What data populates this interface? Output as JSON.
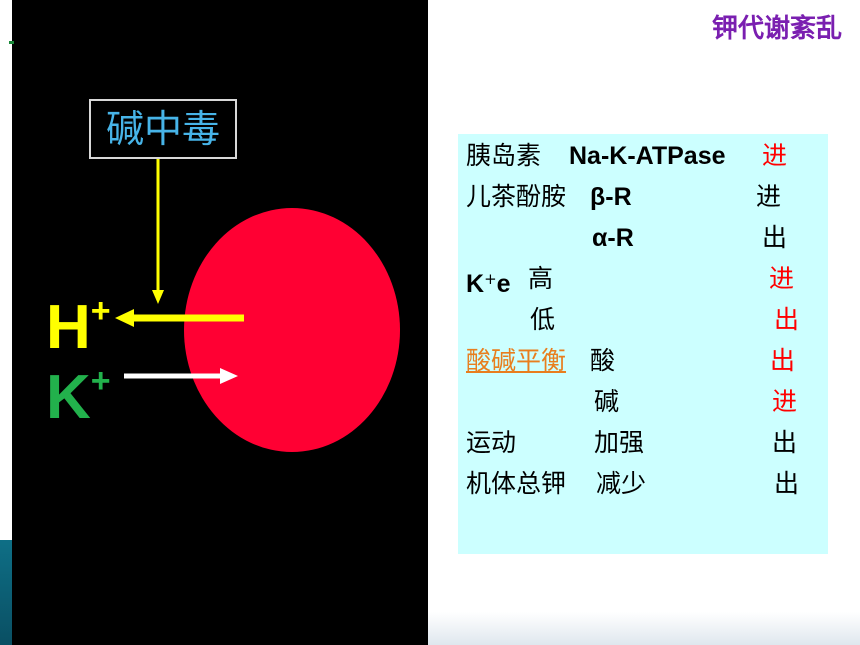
{
  "title": "钾代谢紊乱",
  "diagram": {
    "box_label": "碱中毒",
    "ion_h": "H",
    "ion_k": "K",
    "plus": "+",
    "colors": {
      "cell": "#ff0033",
      "h_arrow": "#ffff00",
      "k_arrow": "#ffffff",
      "box_arrow": "#ffff00"
    }
  },
  "table": {
    "rows": [
      {
        "factor": "胰岛素",
        "detail": "Na-K-ATPase",
        "direction": "进"
      },
      {
        "factor": "儿茶酚胺",
        "detail": "β-R",
        "direction": "进"
      },
      {
        "factor": "",
        "detail": "α-R",
        "direction": "出"
      },
      {
        "factor": "K",
        "factor_sup": "+",
        "factor_suffix": "e",
        "detail": "高",
        "direction": "进"
      },
      {
        "factor": "",
        "detail": "低",
        "direction": "出"
      },
      {
        "factor": "酸碱平衡",
        "detail": "酸",
        "direction": "出"
      },
      {
        "factor": "",
        "detail": "碱",
        "direction": "进"
      },
      {
        "factor": "运动",
        "detail": "加强",
        "direction": "出"
      },
      {
        "factor": "机体总钾",
        "detail": "减少",
        "direction": "出"
      }
    ]
  }
}
